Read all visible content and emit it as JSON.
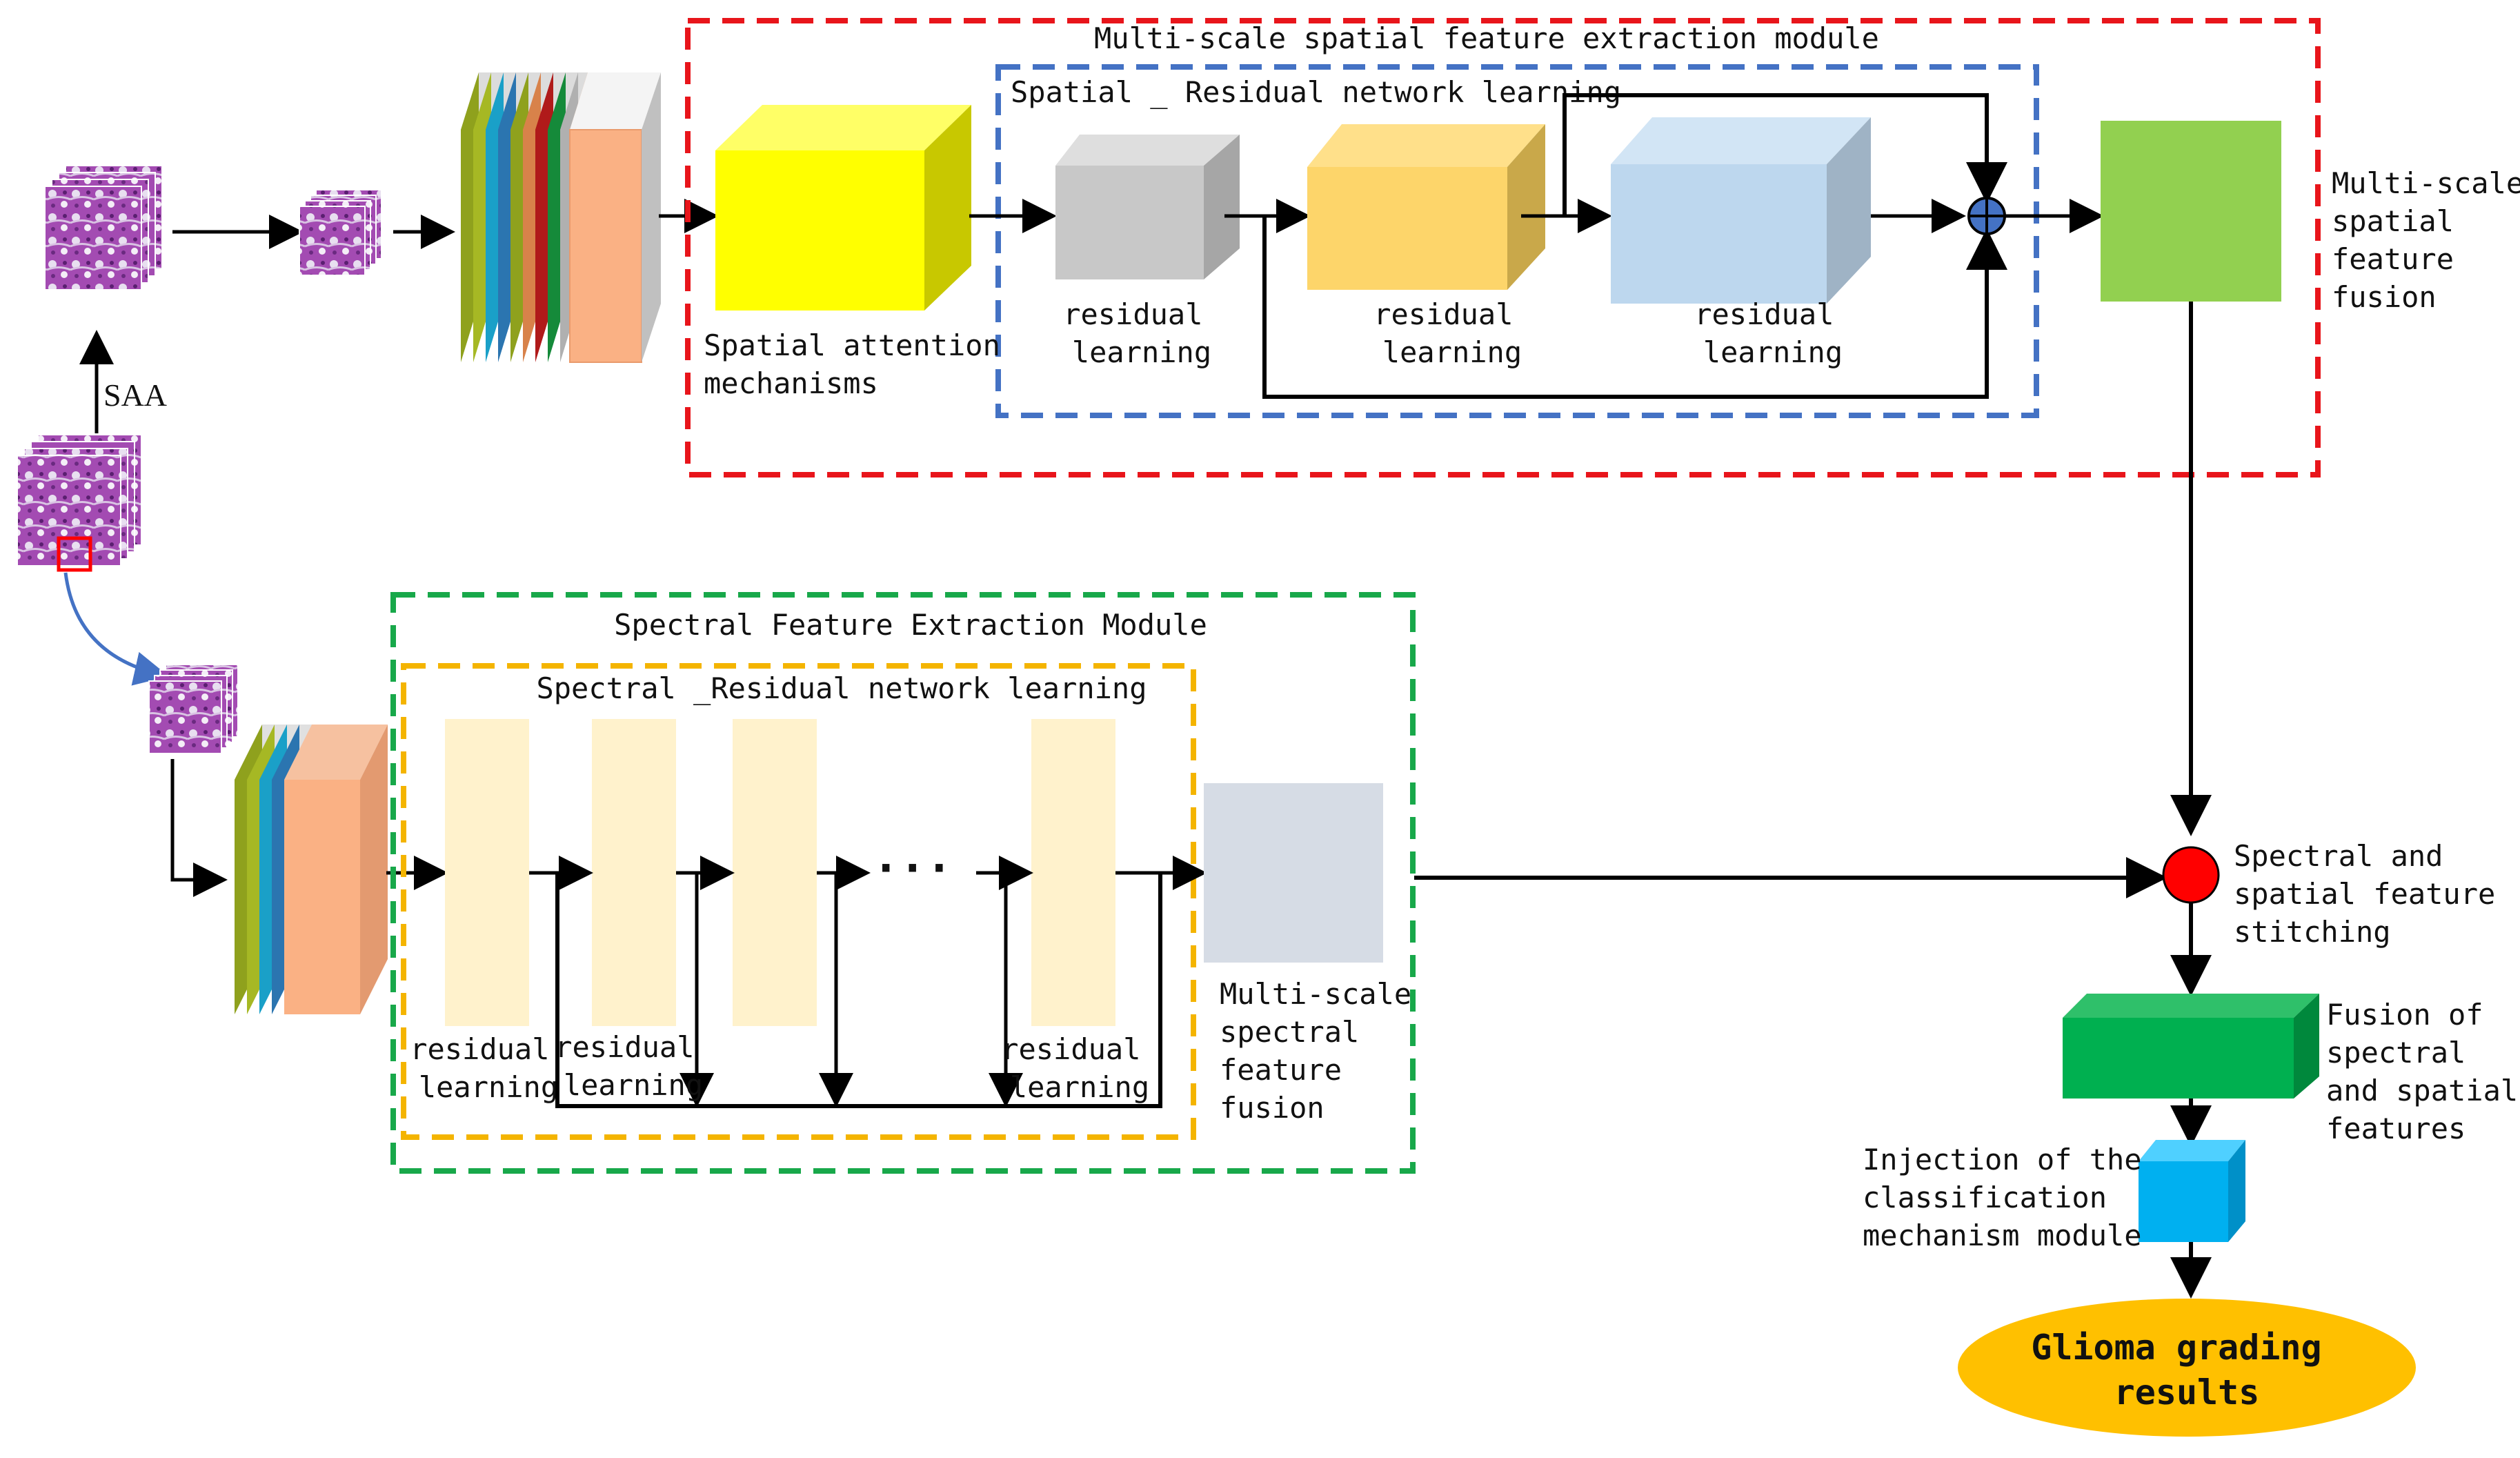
{
  "modules": {
    "spatial_module": "Multi-scale spatial feature extraction module",
    "spatial_residual": "Spatial _ Residual network learning",
    "spectral_module": "Spectral Feature Extraction Module",
    "spectral_residual": "Spectral _Residual network learning"
  },
  "labels": {
    "saa": "SAA",
    "spatial_attention": [
      "Spatial attention",
      "mechanisms"
    ],
    "residual_learning": [
      "residual",
      "learning"
    ],
    "ellipsis": "···",
    "ms_spatial_fusion": [
      "Multi-scale",
      "spatial",
      "feature",
      "fusion"
    ],
    "ms_spectral_fusion": [
      "Multi-scale",
      "spectral",
      "feature",
      "fusion"
    ],
    "stitching": [
      "Spectral and",
      "spatial feature",
      "stitching"
    ],
    "fusion_features": [
      "Fusion of",
      "spectral",
      "and spatial",
      "features"
    ],
    "injection": [
      "Injection of the",
      "classification",
      "mechanism module"
    ],
    "result": [
      "Glioma grading",
      "results"
    ]
  },
  "colors": {
    "spatial_module_border": "#e8151b",
    "spatial_residual_border": "#4472c4",
    "spectral_module_border": "#18a84a",
    "spectral_residual_border": "#f4b400",
    "attention_cube": "#ffff00",
    "residual_gray": "#c8c8c8",
    "residual_yellow": "#fdd56a",
    "residual_blue": "#bdd7ee",
    "spatial_fusion": "#92d050",
    "spectral_block": "#fff2cc",
    "spectral_fusion": "#d6dce5",
    "stitch_node": "#ff0000",
    "fusion_cube": "#00b050",
    "injection_cube": "#00b0f0",
    "result_ellipse": "#ffc000",
    "tissue": "#9b3fa8"
  }
}
